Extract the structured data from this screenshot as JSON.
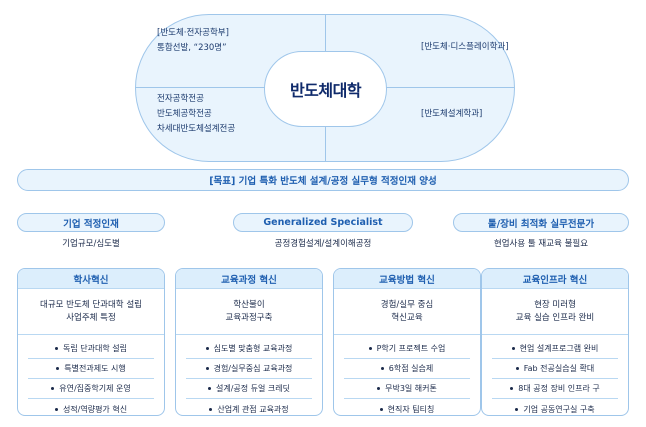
{
  "hub": {
    "title": "반도체대학"
  },
  "quadrants": {
    "top_left": [
      "[반도체·전자공학부]",
      "통합선발, “230명”"
    ],
    "top_right": [
      "[반도체·디스플레이학과]"
    ],
    "bottom_left": [
      "전자공학전공",
      "반도체공학전공",
      "차세대반도체설계전공"
    ],
    "bottom_right": [
      "[반도체설계학과]"
    ]
  },
  "goal": "[목표] 기업 특화 반도체 설계/공정 실무형 적정인재 양성",
  "mid": [
    {
      "title": "기업 적정인재",
      "sub": "기업규모/심도별"
    },
    {
      "title": "Generalized Specialist",
      "sub": "공정경험설계/설계이해공정"
    },
    {
      "title": "툴/장비 최적화 실무전문가",
      "sub": "현업사용 툴 재교육 불필요"
    }
  ],
  "columns": [
    {
      "title": "학사혁신",
      "summary": [
        "대규모 반도체 단과대학 설립",
        "사업주체 특정"
      ],
      "items": [
        "독립 단과대학 설립",
        "특별전과제도 시행",
        "유연/집중학기제 운영",
        "성적/역량평가 혁신"
      ]
    },
    {
      "title": "교육과정 혁신",
      "summary": [
        "학산불이",
        "교육과정구축"
      ],
      "items": [
        "심도별 맞춤형 교육과정",
        "경험/실무중심 교육과정",
        "설계/공정 듀얼 크레딧",
        "산업계 관점 교육과정"
      ]
    },
    {
      "title": "교육방법 혁신",
      "summary": [
        "경험/실무 중심",
        "혁신교육"
      ],
      "items": [
        "P학기 프로젝트 수업",
        "6학점 실습제",
        "무박3일 해커톤",
        "현직자 팀티칭"
      ]
    },
    {
      "title": "교육인프라 혁신",
      "summary": [
        "현장 미러형",
        "교육 실습 인프라 완비"
      ],
      "items": [
        "현업 설계프로그램 완비",
        "Fab 전공실습실 확대",
        "8대 공정 장비 인프라 구",
        "기업 공동연구실 구축"
      ]
    }
  ]
}
